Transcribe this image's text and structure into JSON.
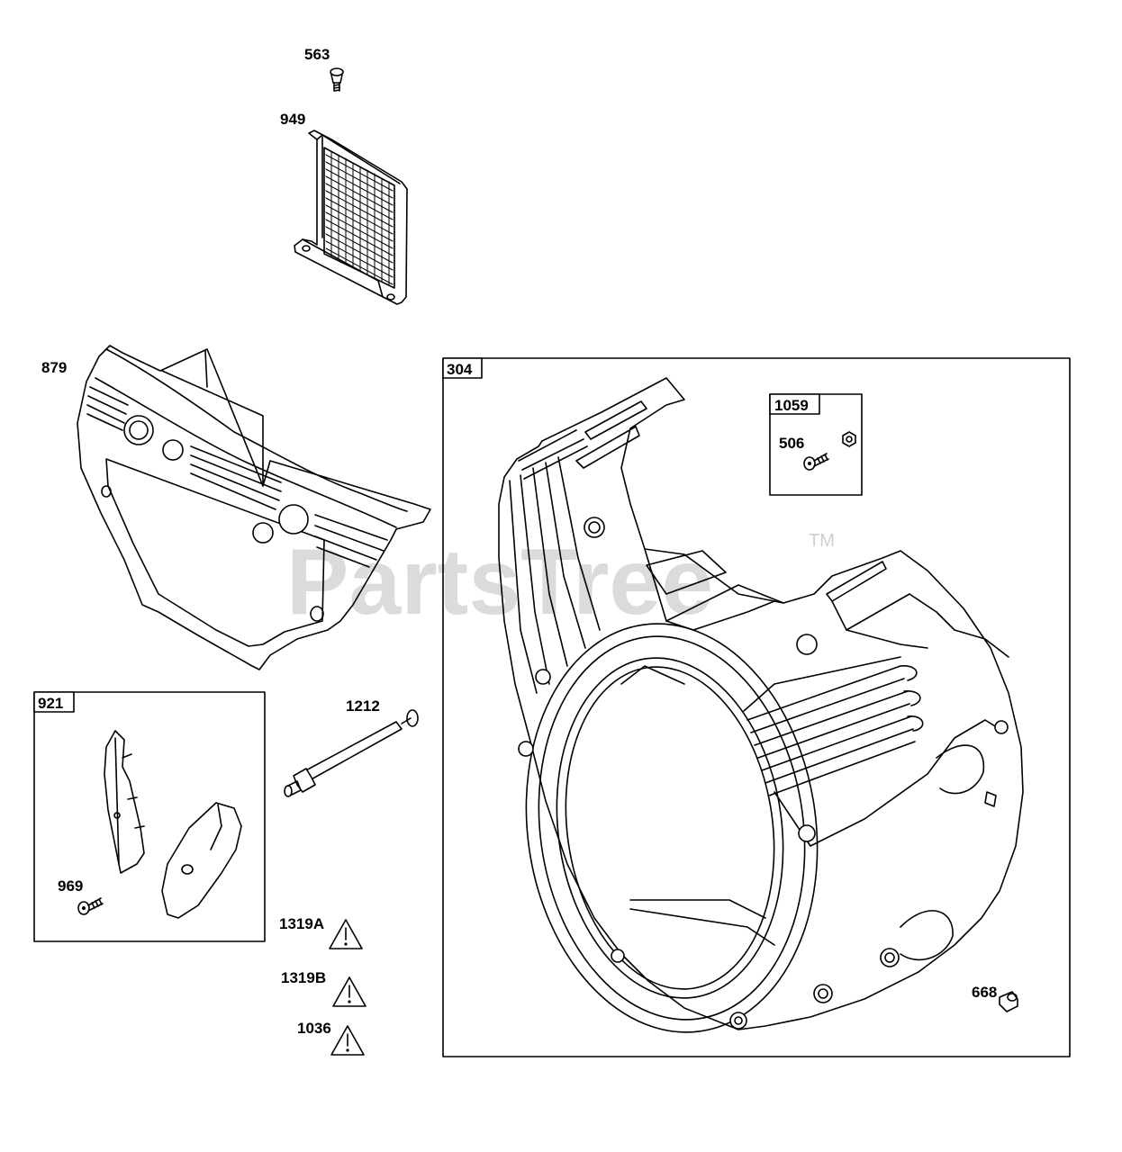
{
  "watermark": {
    "brand": "PartsTree",
    "trademark": "TM"
  },
  "callouts": {
    "p563": "563",
    "p949": "949",
    "p879": "879",
    "p304": "304",
    "p1059": "1059",
    "p506": "506",
    "p921": "921",
    "p969": "969",
    "p1212": "1212",
    "p1319a": "1319A",
    "p1319b": "1319B",
    "p1036": "1036",
    "p668": "668"
  },
  "icons": {
    "warning": "warning-triangle-icon"
  },
  "colors": {
    "ink": "#000000",
    "watermark": "#cfcfcf",
    "background": "#ffffff"
  }
}
